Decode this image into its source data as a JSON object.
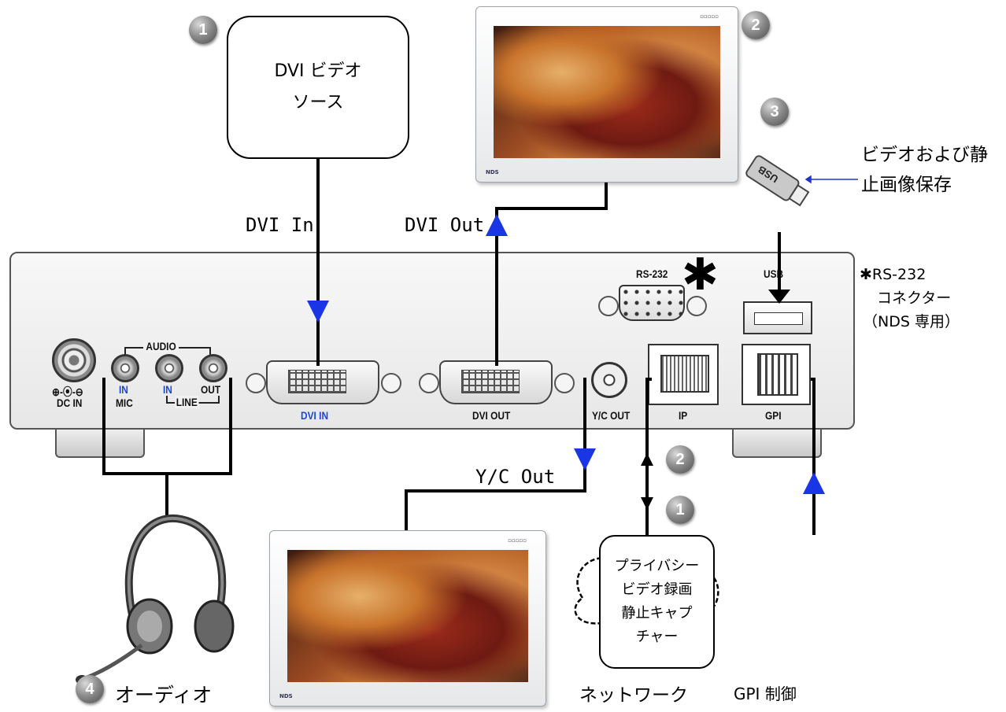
{
  "source_box": {
    "line1": "DVI ビデオ",
    "line2": "ソース"
  },
  "gpi_box": {
    "line1": "プライバシー",
    "line2": "ビデオ録画",
    "line3": "静止キャプ",
    "line4": "チャー"
  },
  "cable_labels": {
    "dvi_in": "DVI In",
    "dvi_out": "DVI Out",
    "yc_out": "Y/C Out"
  },
  "usb_note": {
    "line1": "ビデオおよび静",
    "line2": "止画像保存"
  },
  "rs232_note": {
    "line1": "RS-232",
    "line2": "コネクター",
    "line3": "（NDS 専用）",
    "star": "✱"
  },
  "badges": {
    "b1_top": "1",
    "b2_top": "2",
    "b3": "3",
    "b2_net": "2",
    "b1_net": "1",
    "b4": "4"
  },
  "bottom_labels": {
    "audio": "オーディオ",
    "network": "ネットワーク",
    "gpi": "GPI 制御"
  },
  "panel": {
    "dc_in": "DC IN",
    "audio": "AUDIO",
    "audio_in1": "IN",
    "audio_in2": "IN",
    "audio_out": "OUT",
    "mic": "MIC",
    "line": "LINE",
    "dvi_in": "DVI IN",
    "dvi_out": "DVI OUT",
    "yc_out": "Y/C OUT",
    "ip": "IP",
    "gpi": "GPI",
    "rs232": "RS-232",
    "usb": "USB"
  },
  "usb_stick_text": "USB",
  "monitor_brand": "NDS",
  "colors": {
    "arrow": "#1a35e6",
    "usb_arrow": "#2233cc",
    "panel_blue_text": "#1a46d6"
  }
}
